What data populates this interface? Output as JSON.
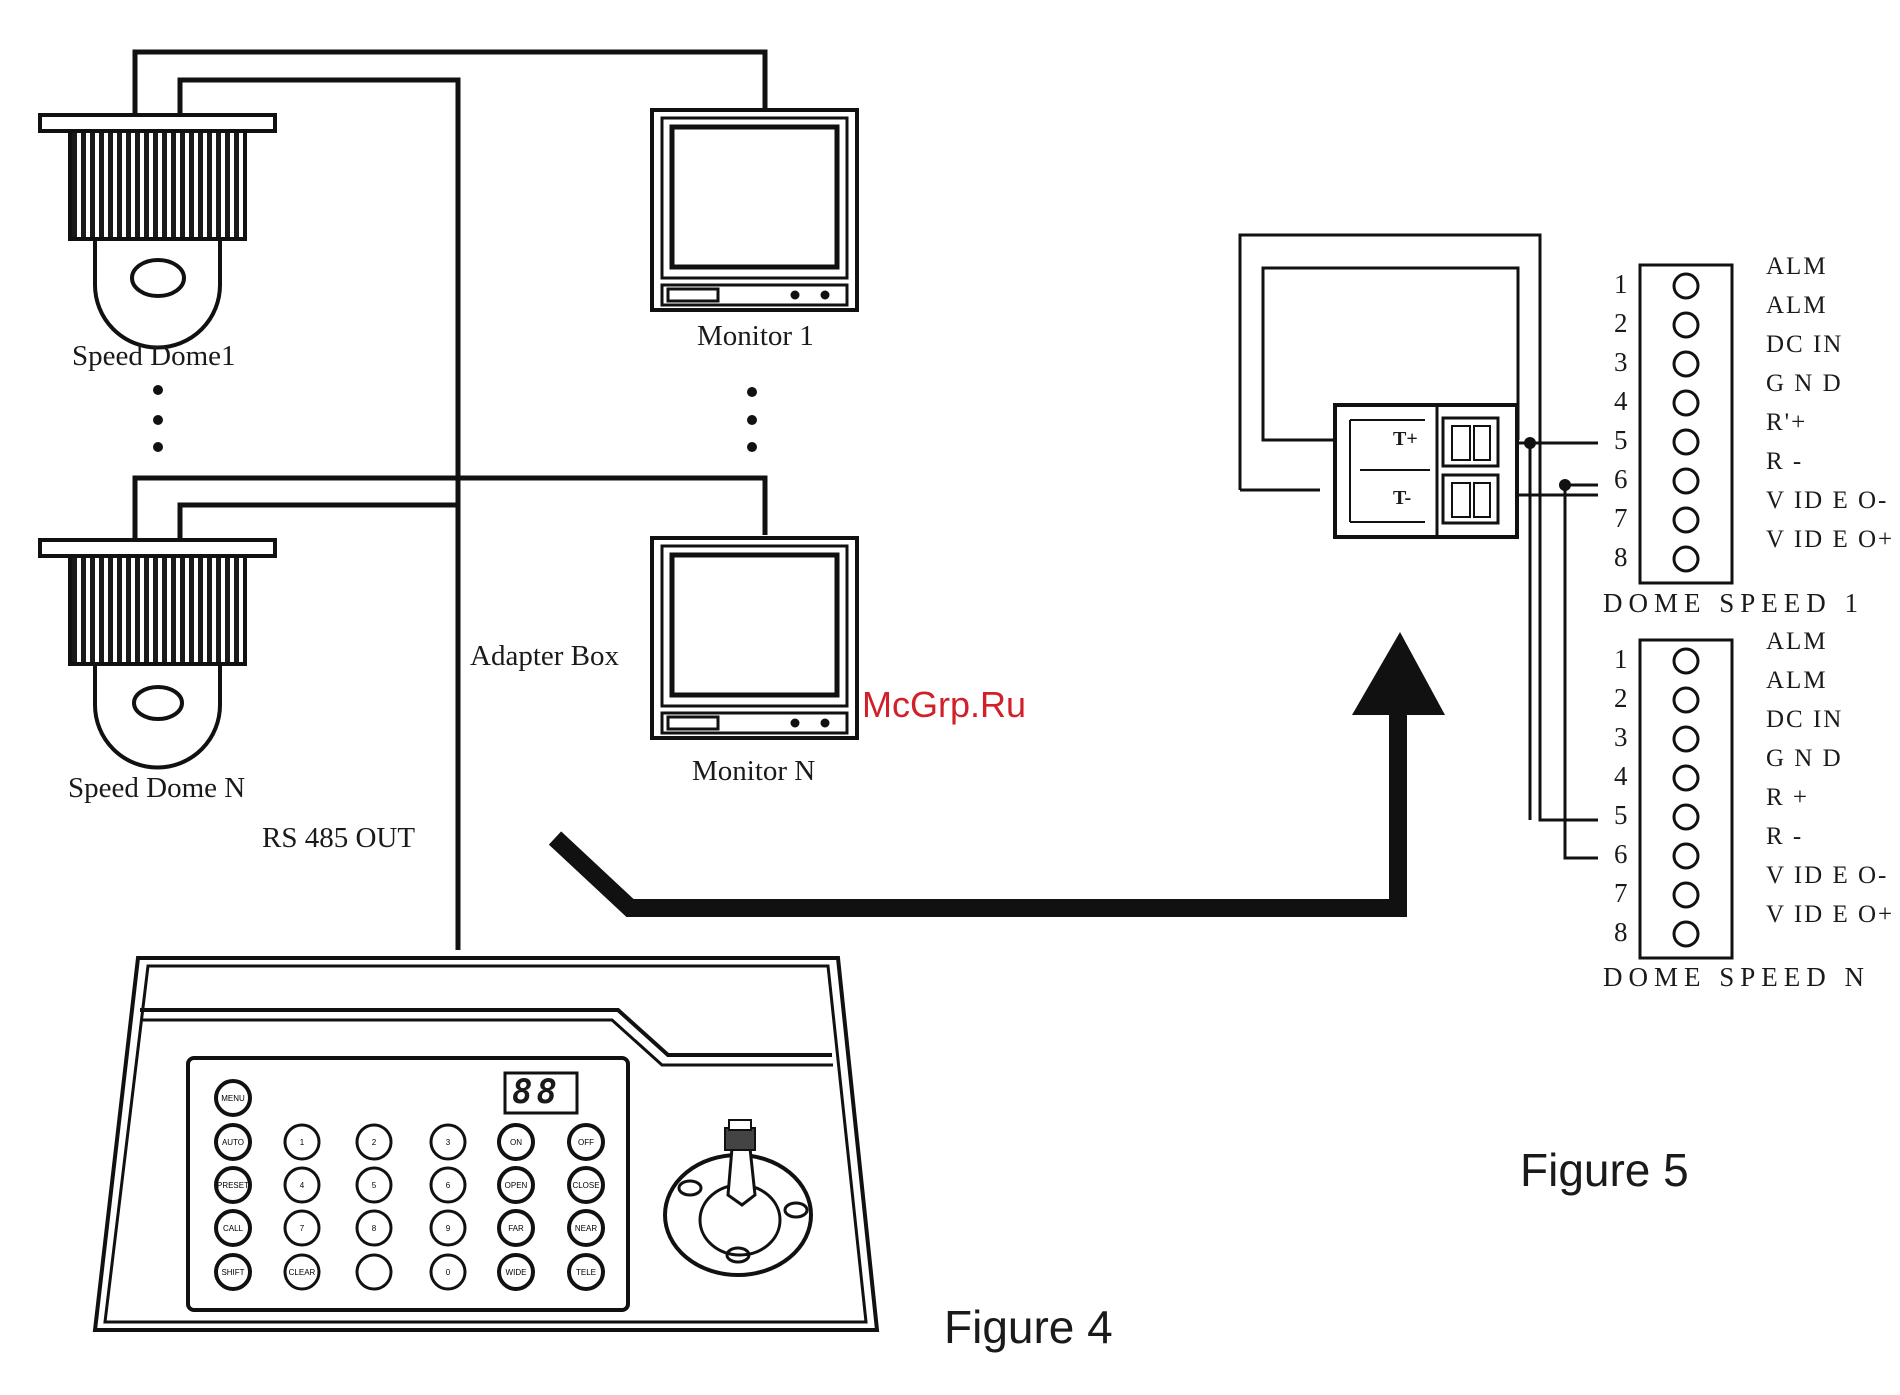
{
  "figure4": {
    "caption": "Figure 4",
    "dome_1_label": "Speed Dome1",
    "dome_n_label": "Speed Dome N",
    "monitor_1_label": "Monitor 1",
    "monitor_n_label": "Monitor N",
    "adapter_box_label": "Adapter Box",
    "rs485_label": "RS 485 OUT",
    "keyboard": {
      "display": "88",
      "keys": [
        [
          "MENU"
        ],
        [
          "AUTO",
          "1",
          "2",
          "3",
          "ON",
          "OFF"
        ],
        [
          "PRESET",
          "4",
          "5",
          "6",
          "OPEN",
          "CLOSE"
        ],
        [
          "CALL",
          "7",
          "8",
          "9",
          "FAR",
          "NEAR"
        ],
        [
          "SHIFT",
          "CLEAR",
          "",
          "0",
          "WIDE",
          "TELE"
        ]
      ]
    }
  },
  "figure5": {
    "caption": "Figure 5",
    "adapter_terminals": [
      "T+",
      "T-"
    ],
    "terminal_1": {
      "title": "DOME SPEED 1",
      "pins": [
        {
          "num": "1",
          "label": "ALM"
        },
        {
          "num": "2",
          "label": "ALM"
        },
        {
          "num": "3",
          "label": "DC IN"
        },
        {
          "num": "4",
          "label": "G N D"
        },
        {
          "num": "5",
          "label": "R'+"
        },
        {
          "num": "6",
          "label": "R -"
        },
        {
          "num": "7",
          "label": "V ID E O-"
        },
        {
          "num": "8",
          "label": "V ID E O+"
        }
      ]
    },
    "terminal_n": {
      "title": "DOME SPEED N",
      "pins": [
        {
          "num": "1",
          "label": "ALM"
        },
        {
          "num": "2",
          "label": "ALM"
        },
        {
          "num": "3",
          "label": "DC IN"
        },
        {
          "num": "4",
          "label": "G N D"
        },
        {
          "num": "5",
          "label": "R +"
        },
        {
          "num": "6",
          "label": "R -"
        },
        {
          "num": "7",
          "label": "V ID E O-"
        },
        {
          "num": "8",
          "label": "V ID E O+"
        }
      ]
    }
  },
  "watermark": "McGrp.Ru"
}
